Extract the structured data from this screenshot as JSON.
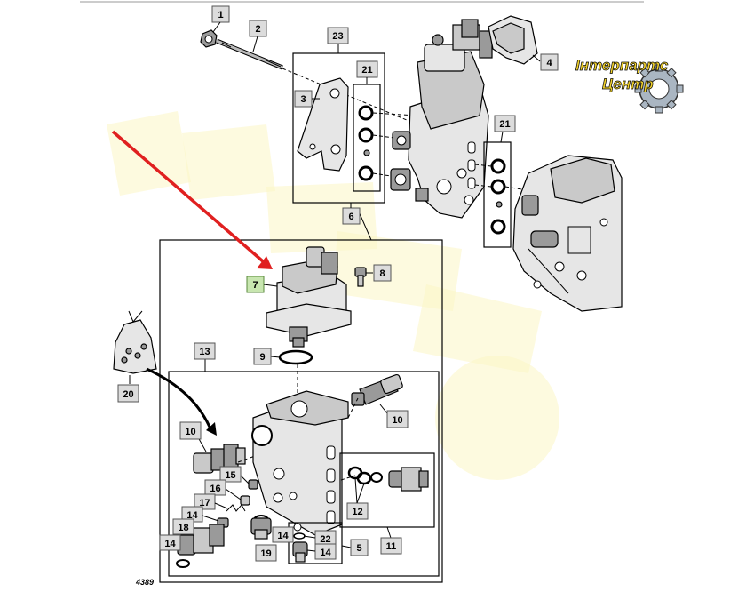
{
  "diagram": {
    "drawing_code": "4389",
    "highlight_color": "#c8e6b0",
    "arrow_color": "#e02020",
    "logo": {
      "line1": "Інтерпартс",
      "line2": "Центр",
      "color": "#f1d12c"
    },
    "callouts": {
      "c1": "1",
      "c2": "2",
      "c3": "3",
      "c4": "4",
      "c5": "5",
      "c6": "6",
      "c7": "7",
      "c8": "8",
      "c9": "9",
      "c10a": "10",
      "c10b": "10",
      "c11": "11",
      "c12": "12",
      "c13": "13",
      "c14a": "14",
      "c14b": "14",
      "c14c": "14",
      "c14d": "14",
      "c15": "15",
      "c16": "16",
      "c17": "17",
      "c18": "18",
      "c19": "19",
      "c20": "20",
      "c21a": "21",
      "c21b": "21",
      "c22": "22",
      "c23": "23"
    }
  }
}
